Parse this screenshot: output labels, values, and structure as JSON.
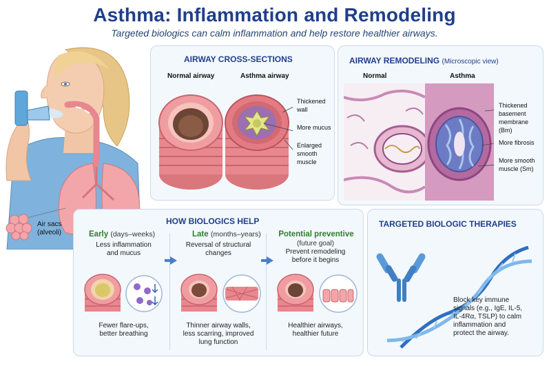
{
  "header": {
    "title": "Asthma: Inflammation and Remodeling",
    "subtitle": "Targeted biologics can calm inflammation and help restore healthier airways."
  },
  "left_figure": {
    "air_sacs_line1": "Air sacs",
    "air_sacs_line2": "(alveoli)"
  },
  "cross_sections": {
    "title": "AIRWAY CROSS-SECTIONS",
    "normal": "Normal airway",
    "asthma": "Asthma airway",
    "annotations": [
      {
        "lines": [
          "Thickened",
          "wall"
        ]
      },
      {
        "lines": [
          "More mucus"
        ]
      },
      {
        "lines": [
          "Enlarged",
          "smooth",
          "muscle"
        ]
      }
    ]
  },
  "remodeling": {
    "title": "AIRWAY REMODELING",
    "title_note": "(Microscopic view)",
    "normal": "Normal",
    "asthma": "Asthma",
    "annotations": [
      {
        "lines": [
          "Thickened",
          "basement",
          "membrane (Bm)"
        ]
      },
      {
        "lines": [
          "More fibrosis"
        ]
      },
      {
        "lines": [
          "More smooth",
          "muscle (Sm)"
        ]
      }
    ]
  },
  "biologics": {
    "title": "HOW BIOLOGICS HELP",
    "stages": [
      {
        "title": "Early",
        "sub": "(days–weeks)",
        "desc": [
          "Less inflammation",
          "and mucus"
        ],
        "foot": [
          "Fewer flare-ups,",
          "better breathing"
        ]
      },
      {
        "title": "Late",
        "sub": "(months–years)",
        "desc": [
          "Reversal of structural",
          "changes"
        ],
        "foot": [
          "Thinner airway walls,",
          "less scarring, improved",
          "lung function"
        ]
      },
      {
        "title": "Potential preventive",
        "sub": "(future goal)",
        "desc": [
          "Prevent remodeling",
          "before it begins"
        ],
        "foot": [
          "Healthier airways,",
          "healthier future"
        ]
      }
    ]
  },
  "therapies": {
    "title": "TARGETED BIOLOGIC THERAPIES",
    "desc": [
      "Block key immune",
      "signals (e.g., IgE, IL-5,",
      "IL-4Rα, TSLP) to calm",
      "inflammation and",
      "protect the airway."
    ]
  },
  "colors": {
    "title_blue": "#1f3f8a",
    "stage_green": "#2f7d2a",
    "panel_bg": "#f3f8fd",
    "airway_pink": "#e8878d"
  }
}
